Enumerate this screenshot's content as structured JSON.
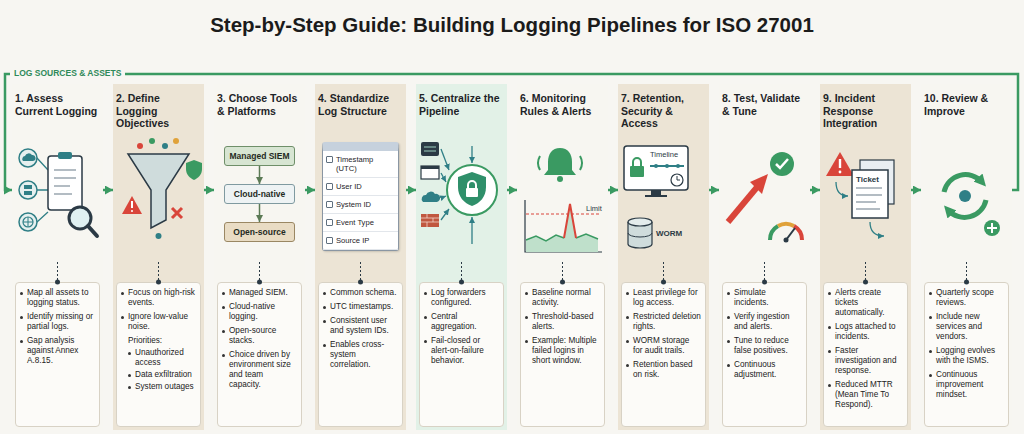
{
  "diagram": {
    "title": "Step-by-Step Guide: Building Logging Pipelines for ISO 27001",
    "nodes": [
      {
        "text": [
          "1. Assess Current Logging",
          "Map all assets to logging status.",
          "Identify missing or partial logs.",
          "Gap analysis against Annex A.8.15."
        ]
      },
      {
        "text": [
          "2. Define Logging Objectives",
          "Focus on high-risk events.",
          "Ignore low-value noise.",
          "Priorities:",
          "Unauthorized access",
          "Data exfiltration",
          "System outages"
        ]
      },
      {
        "text": [
          "3. Choose Tools & Platforms",
          "Managed SIEM.",
          "Cloud-native logging.",
          "Open-source stacks.",
          "Choice driven by environment size and team capacity."
        ]
      },
      {
        "text": [
          "Managed SIEM"
        ],
        "in": 2
      },
      {
        "text": [
          "Cloud-native"
        ],
        "in": 2
      },
      {
        "text": [
          "Open-source"
        ],
        "in": 2
      },
      {
        "text": [
          "4. Standardize Log Structure",
          "Common schema.",
          "UTC timestamps.",
          "Consistent user and system IDs.",
          "Enables cross-system correlation."
        ]
      },
      {
        "text": [
          "Timestamp (UTC)",
          "User ID",
          "System ID",
          "Event Type",
          "Source IP"
        ],
        "in": 6
      },
      {
        "text": [
          "5. Centralize the Pipeline",
          "Log forwarders configured.",
          "Central aggregation.",
          "Fail-closed or alert-on-failure behavior."
        ]
      },
      {
        "text": [
          "6. Monitoring Rules & Alerts",
          "Baseline normal activity.",
          "Threshold-based alerts.",
          "Example: Multiple failed logins in short window."
        ]
      },
      {
        "text": [
          "7. Retention, Security & Access",
          "Least privilege for log access.",
          "Restricted deletion rights.",
          "WORM storage for audit trails.",
          "Retention based on risk."
        ]
      },
      {
        "text": [
          "8. Test, Validate & Tune",
          "Simulate incidents.",
          "Verify ingestion and alerts.",
          "Tune to reduce false positives.",
          "Continuous adjustment."
        ]
      },
      {
        "text": [
          "9. Incident Response Integration",
          "Alerts create tickets automatically.",
          "Logs attached to incidents.",
          "Faster investigation and response.",
          "Reduced MTTR (Mean Time To Respond)."
        ]
      },
      {
        "text": [
          "10. Review & Improve",
          "Quarterly scope reviews.",
          "Include new services and vendors.",
          "Logging evolves with the ISMS.",
          "Continuous improvement mindset."
        ]
      }
    ],
    "edges": [
      {
        "from": 0,
        "to": 1,
        "arrow": "to"
      },
      {
        "from": 1,
        "to": 2,
        "arrow": "to"
      },
      {
        "from": 2,
        "to": 6,
        "arrow": "to"
      },
      {
        "from": 6,
        "to": 8,
        "arrow": "to"
      },
      {
        "from": 8,
        "to": 9,
        "arrow": "to"
      },
      {
        "from": 9,
        "to": 10,
        "arrow": "to"
      },
      {
        "from": 10,
        "to": 11,
        "arrow": "to"
      },
      {
        "from": 11,
        "to": 12,
        "arrow": "to"
      },
      {
        "from": 12,
        "to": 13,
        "arrow": "to"
      },
      {
        "from": 3,
        "to": 4,
        "arrow": "to"
      },
      {
        "from": 4,
        "to": 5,
        "arrow": "to"
      },
      {
        "from": 13,
        "to": 0,
        "arrow": "to"
      }
    ],
    "labels": [
      "LOG SOURCES & ASSETS",
      "Limit",
      "Timeline",
      "WORM",
      "Ticket"
    ]
  }
}
